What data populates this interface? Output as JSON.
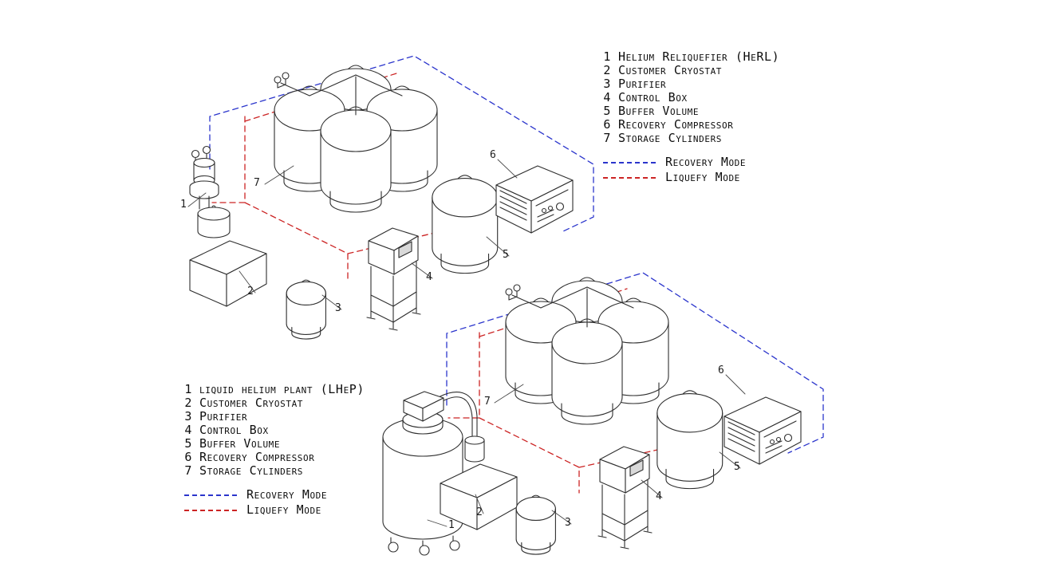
{
  "diagram": {
    "background": "#ffffff",
    "line_color": "#2e2e2e"
  },
  "modes": {
    "recovery_label": "Recovery Mode",
    "liquefy_label": "Liquefy Mode",
    "recovery_color": "#2b35cc",
    "liquefy_color": "#cc2424"
  },
  "legend_herl": {
    "items": [
      {
        "num": "1",
        "label": "Helium Reliquefier (HeRL)"
      },
      {
        "num": "2",
        "label": "Customer Cryostat"
      },
      {
        "num": "3",
        "label": "Purifier"
      },
      {
        "num": "4",
        "label": "Control Box"
      },
      {
        "num": "5",
        "label": "Buffer Volume"
      },
      {
        "num": "6",
        "label": "Recovery Compressor"
      },
      {
        "num": "7",
        "label": "Storage Cylinders"
      }
    ]
  },
  "legend_lhep": {
    "items": [
      {
        "num": "1",
        "label": "liquid helium plant (LHeP)"
      },
      {
        "num": "2",
        "label": "Customer Cryostat"
      },
      {
        "num": "3",
        "label": "Purifier"
      },
      {
        "num": "4",
        "label": "Control Box"
      },
      {
        "num": "5",
        "label": "Buffer Volume"
      },
      {
        "num": "6",
        "label": "Recovery Compressor"
      },
      {
        "num": "7",
        "label": "Storage Cylinders"
      }
    ]
  },
  "callouts": {
    "herl": [
      "1",
      "2",
      "3",
      "4",
      "5",
      "6",
      "7"
    ],
    "lhep": [
      "1",
      "2",
      "3",
      "4",
      "5",
      "6",
      "7"
    ]
  }
}
